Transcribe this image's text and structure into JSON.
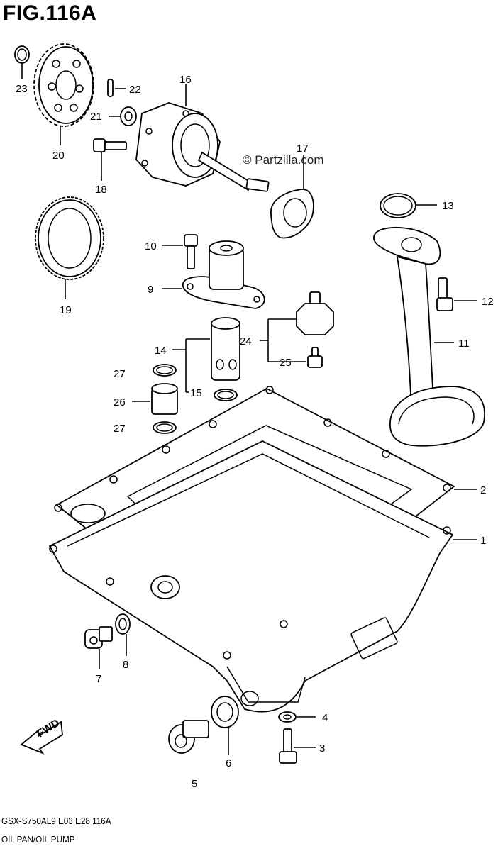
{
  "title": "FIG.116A",
  "watermark": "© Partzilla.com",
  "footer": {
    "code": "GSX-S750AL9  E03  E28  116A",
    "name": "OIL PAN/OIL PUMP"
  },
  "fwd_label": "FWD",
  "callouts": [
    "1",
    "2",
    "3",
    "4",
    "5",
    "6",
    "7",
    "8",
    "9",
    "10",
    "11",
    "12",
    "13",
    "14",
    "15",
    "16",
    "17",
    "18",
    "19",
    "20",
    "21",
    "22",
    "23",
    "24",
    "25",
    "26",
    "27",
    "27"
  ]
}
